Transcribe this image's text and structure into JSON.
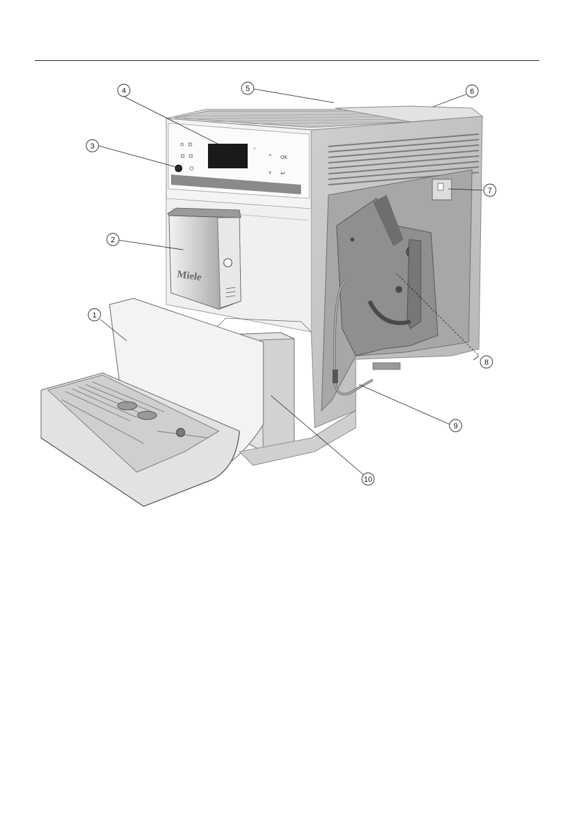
{
  "figure": {
    "callouts": [
      {
        "label": "1",
        "target": "drip-tray"
      },
      {
        "label": "2",
        "target": "dispenser"
      },
      {
        "label": "3",
        "target": "on-off-button"
      },
      {
        "label": "4",
        "target": "display"
      },
      {
        "label": "5",
        "target": "lid-cup-rail"
      },
      {
        "label": "6",
        "target": "water-container-lid"
      },
      {
        "label": "7",
        "target": "switch"
      },
      {
        "label": "8",
        "target": "brew-unit"
      },
      {
        "label": "9",
        "target": "tube"
      },
      {
        "label": "10",
        "target": "waste-container"
      }
    ],
    "brand_logo": "Miele",
    "control_labels": {
      "ok": "OK",
      "up": "^",
      "down": "v",
      "back": "↩"
    }
  }
}
